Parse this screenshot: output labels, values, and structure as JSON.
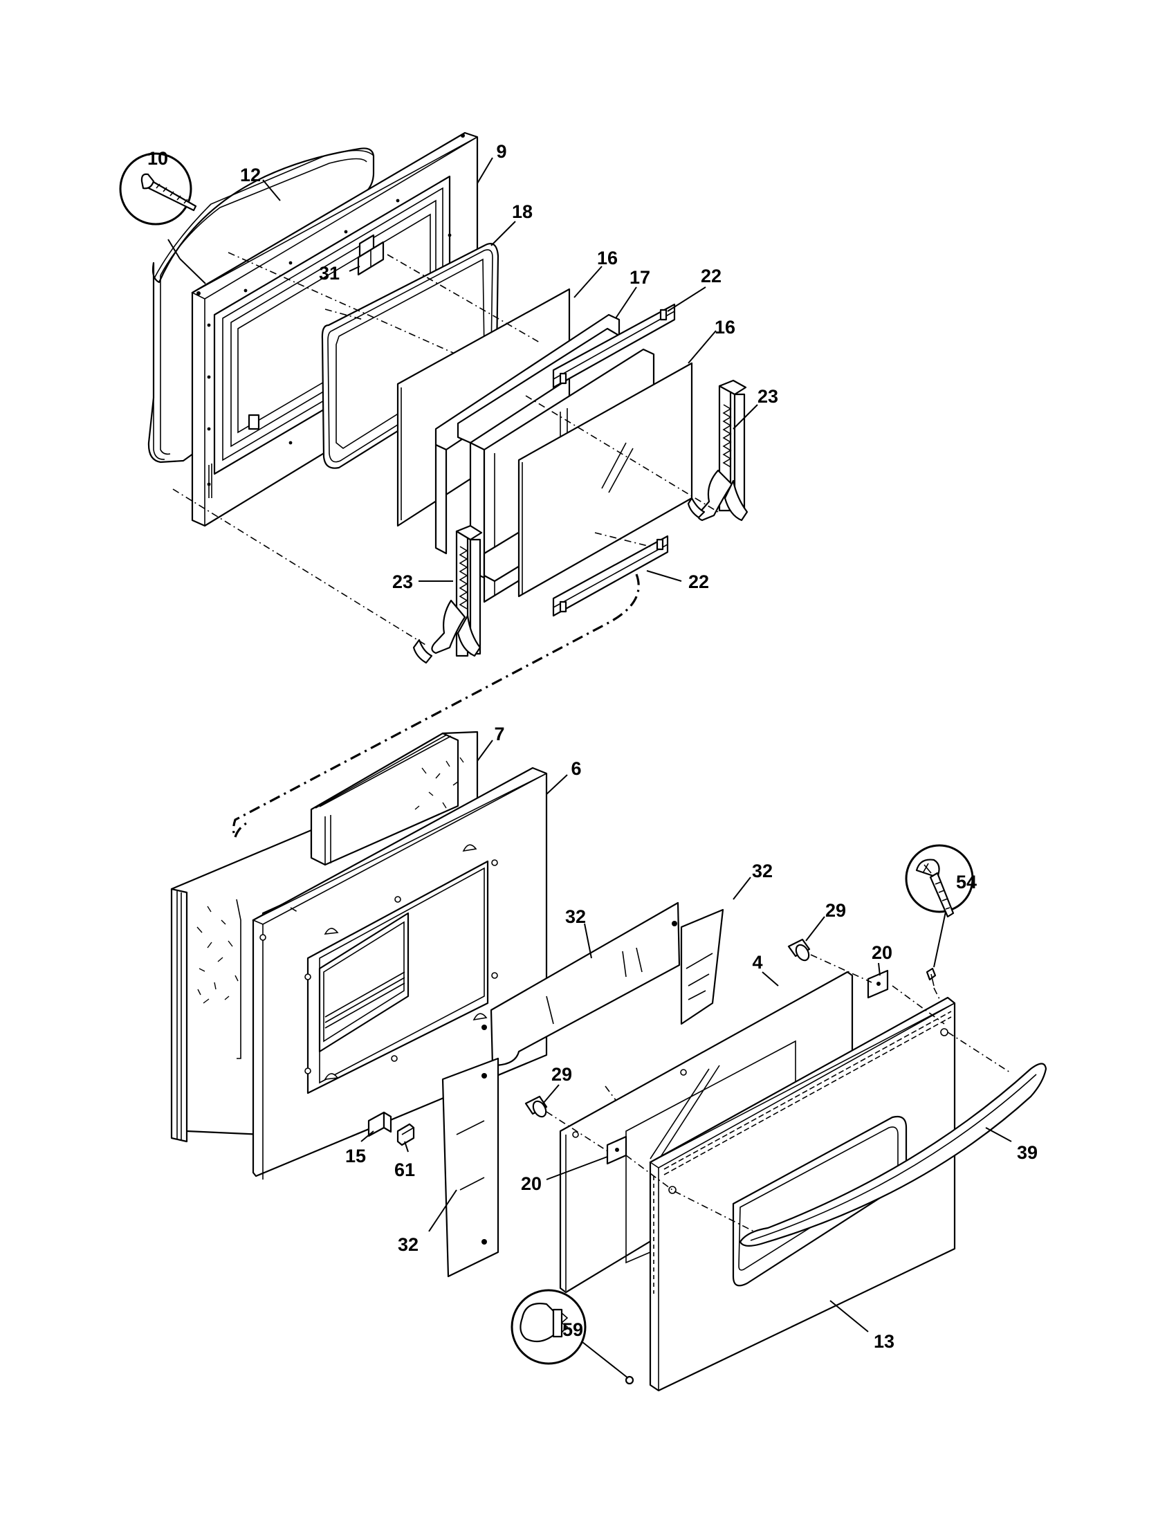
{
  "diagram": {
    "callouts": {
      "c10": "10",
      "c12": "12",
      "c9": "9",
      "c18": "18",
      "c31": "31",
      "c16a": "16",
      "c17": "17",
      "c22a": "22",
      "c16b": "16",
      "c23a": "23",
      "c23b": "23",
      "c22b": "22",
      "c7": "7",
      "c6": "6",
      "c32a": "32",
      "c32b": "32",
      "c29a": "29",
      "c54": "54",
      "c20a": "20",
      "c4": "4",
      "c29b": "29",
      "c15": "15",
      "c61": "61",
      "c39": "39",
      "c20b": "20",
      "c32c": "32",
      "c13": "13",
      "c59": "59"
    }
  }
}
